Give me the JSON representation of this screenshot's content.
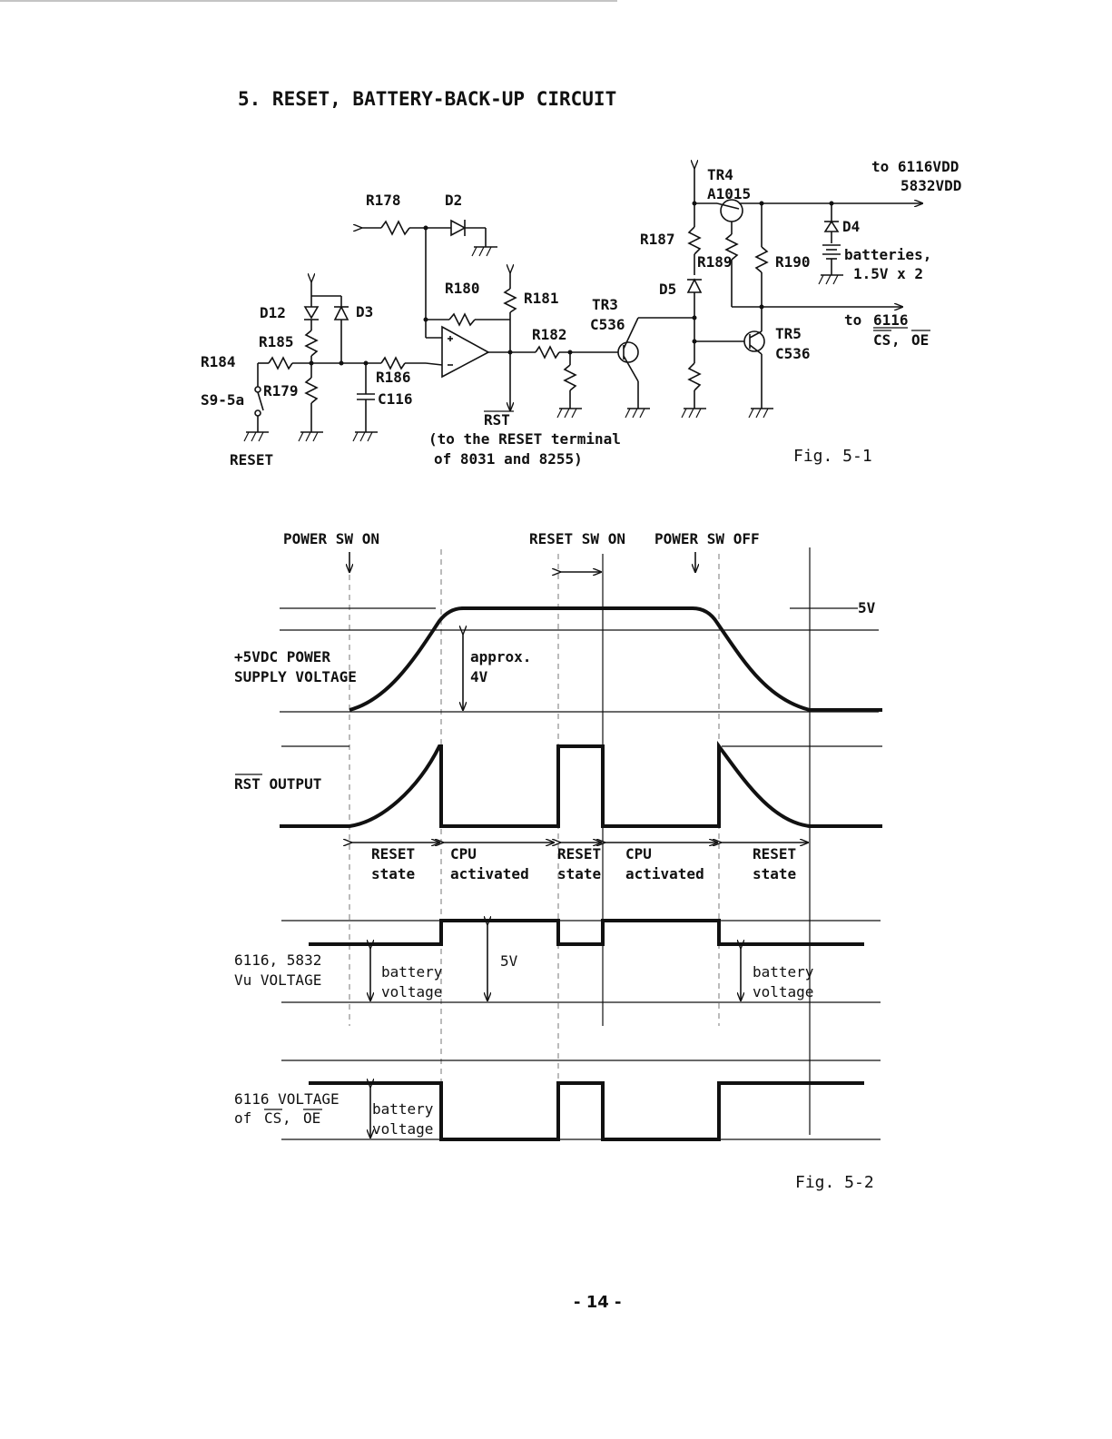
{
  "section_title": "5.  RESET, BATTERY-BACK-UP CIRCUIT",
  "fig1": {
    "caption": "Fig. 5-1",
    "components": {
      "r178": "R178",
      "d2": "D2",
      "r180": "R180",
      "r181": "R181",
      "r182": "R182",
      "tr3": "TR3",
      "tr3_type": "C536",
      "r187": "R187",
      "tr4": "TR4",
      "tr4_type": "A1015",
      "r189": "R189",
      "d5": "D5",
      "r190": "R190",
      "tr5": "TR5",
      "tr5_type": "C536",
      "d4": "D4",
      "d12": "D12",
      "d3": "D3",
      "r185": "R185",
      "r184": "R184",
      "r179": "R179",
      "r186": "R186",
      "c116": "C116",
      "s9": "S9-5a"
    },
    "texts": {
      "reset": "RESET",
      "rst": "RST",
      "rst_note_1": "(to the RESET terminal",
      "rst_note_2": "of 8031 and 8255)",
      "vdd_1": "to 6116VDD",
      "vdd_2": "5832VDD",
      "batteries_1": "batteries,",
      "batteries_2": "1.5V x 2",
      "to": "to",
      "chip": "6116",
      "cs": "CS",
      "comma": ",",
      "oe": "OE"
    }
  },
  "fig2": {
    "caption": "Fig. 5-2",
    "events": {
      "power_on": "POWER SW ON",
      "reset_on": "RESET SW ON",
      "power_off": "POWER SW OFF"
    },
    "five_v": "5V",
    "supply_1": "+5VDC POWER",
    "supply_2": "SUPPLY VOLTAGE",
    "approx_1": "approx.",
    "approx_2": "4V",
    "rst_label": "RST OUTPUT",
    "states": [
      {
        "l1": "RESET",
        "l2": "state"
      },
      {
        "l1": "CPU",
        "l2": "activated"
      },
      {
        "l1": "RESET",
        "l2": "state"
      },
      {
        "l1": "CPU",
        "l2": "activated"
      },
      {
        "l1": "RESET",
        "l2": "state"
      }
    ],
    "vu_1": "6116, 5832",
    "vu_2": "Vu VOLTAGE",
    "battery": "battery",
    "voltage": "voltage",
    "vu_5v": "5V",
    "cs_1a": "6116 VOLTAGE",
    "cs_2a": "of ",
    "cs_cs": "CS",
    "cs_comma": ", ",
    "cs_oe": "OE"
  },
  "page_number": "- 14 -"
}
